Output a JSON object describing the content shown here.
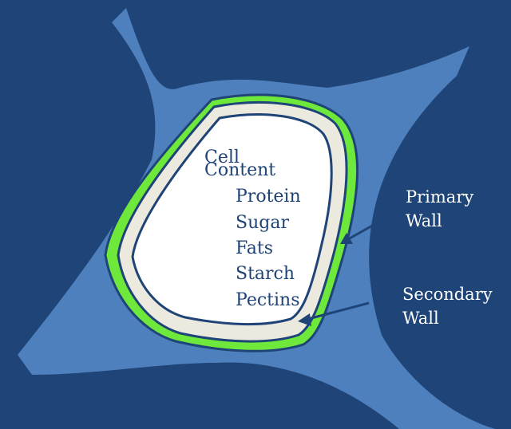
{
  "colors": {
    "background": "#1f4477",
    "region": "#4e80bd",
    "wall_primary": "#6ee83a",
    "wall_secondary": "#ece9df",
    "outline": "#1f4477",
    "interior": "#ffffff",
    "label_text": "#ffffff",
    "content_text": "#1f4477"
  },
  "cell": {
    "content_title": [
      "Cell",
      "Content"
    ],
    "contents": [
      "Protein",
      "Sugar",
      "Fats",
      "Starch",
      "Pectins"
    ]
  },
  "labels": {
    "primary_wall": [
      "Primary",
      "Wall"
    ],
    "secondary_wall": [
      "Secondary",
      "Wall"
    ]
  }
}
